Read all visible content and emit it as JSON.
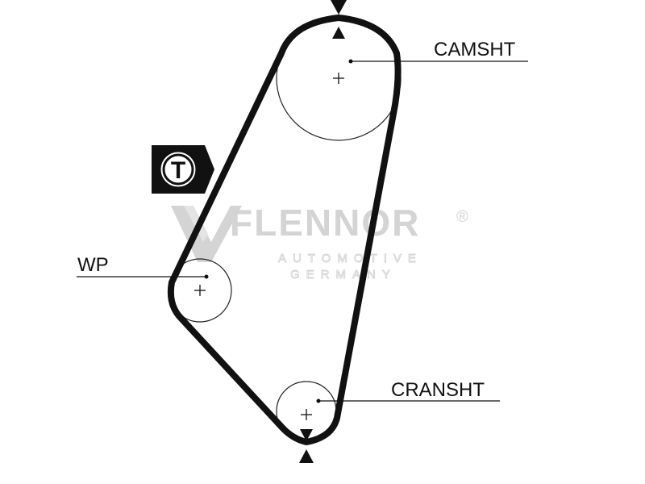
{
  "labels": {
    "camshaft": "CAMSHT",
    "water_pump": "WP",
    "crankshaft": "CRANSHT",
    "tensioner": "T"
  },
  "watermark": {
    "brand": "FLENNOR",
    "registered": "®",
    "line1": "AUTOMOTIVE",
    "line2": "GERMANY"
  },
  "colors": {
    "belt": "#111111",
    "pulley": "#222222",
    "watermark": "#d4d4d4",
    "background": "#ffffff"
  }
}
